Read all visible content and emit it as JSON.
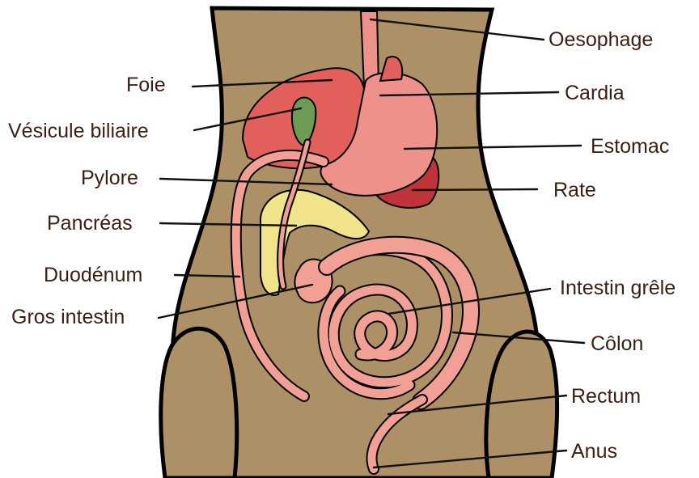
{
  "diagram": {
    "labels": {
      "oesophage": "Oesophage",
      "cardia": "Cardia",
      "estomac": "Estomac",
      "rate": "Rate",
      "intestin_grele": "Intestin grêle",
      "colon": "Côlon",
      "rectum": "Rectum",
      "anus": "Anus",
      "foie": "Foie",
      "vesicule_biliaire": "Vésicule biliaire",
      "pylore": "Pylore",
      "pancreas": "Pancréas",
      "duodenum": "Duodénum",
      "gros_intestin": "Gros intestin"
    },
    "colors": {
      "body": "#ad9066",
      "outline": "#000000",
      "liver": "#e2605c",
      "stomach": "#ee918a",
      "spleen": "#c0333a",
      "gallbladder": "#6e9b54",
      "pancreas": "#f0e38a",
      "intestine": "#f2a095",
      "text": "#3a1f12"
    }
  }
}
